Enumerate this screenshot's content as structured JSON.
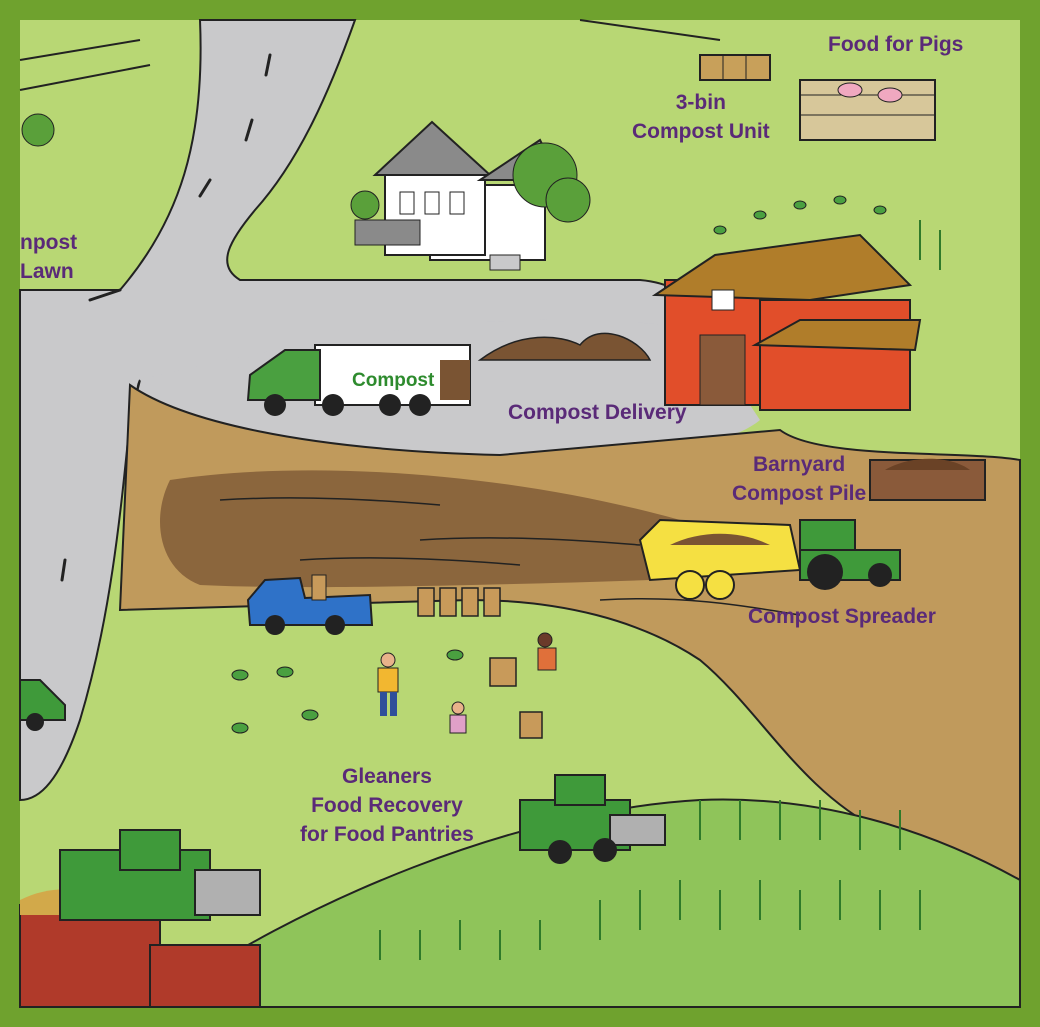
{
  "labels": {
    "food_for_pigs": "Food for Pigs",
    "three_bin": {
      "line1": "3-bin",
      "line2": "Compost Unit"
    },
    "compost_lawn": {
      "line1": "npost",
      "line2": "Lawn"
    },
    "compost_delivery": "Compost Delivery",
    "barnyard": {
      "line1": "Barnyard",
      "line2": "Compost Pile"
    },
    "compost_spreader": "Compost Spreader",
    "gleaners": {
      "line1": "Gleaners",
      "line2": "Food Recovery",
      "line3": "for Food Pantries"
    }
  },
  "truck_sign": "Compost",
  "colors": {
    "border": "#6fa22e",
    "grass": "#b8d774",
    "road": "#c9c9cb",
    "soil": "#c09a5c",
    "barn": "#e14e2a",
    "label": "#5a2a78",
    "tractor": "#3f9a3a"
  }
}
